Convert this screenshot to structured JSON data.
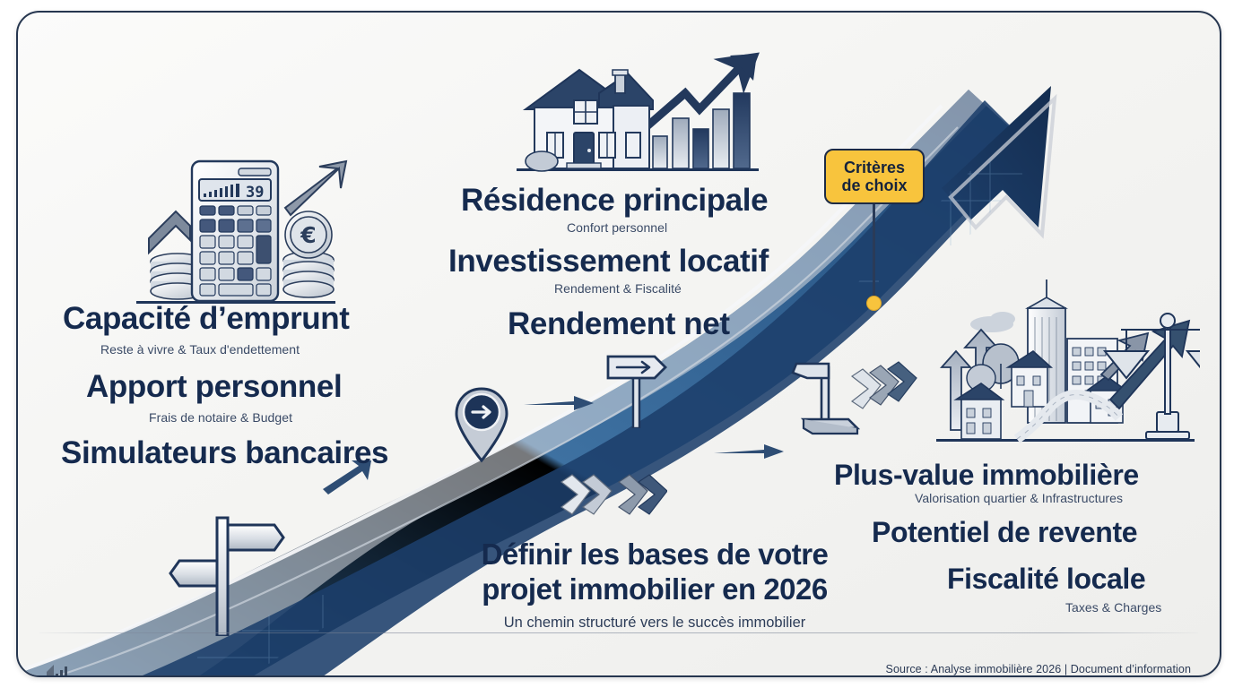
{
  "document": {
    "type": "infographic",
    "language": "fr",
    "background": "#f5f5f3",
    "accent_navy": "#152a4e",
    "accent_road_blue": "#3d6f9e",
    "accent_yellow": "#f8c43d"
  },
  "badge": {
    "line1": "Critères",
    "line2": "de choix"
  },
  "groups": {
    "left": {
      "name": "financement",
      "items": [
        {
          "title": "Capacité d’emprunt",
          "subtitle": "Reste à vivre & Taux d'endettement"
        },
        {
          "title": "Apport personnel",
          "subtitle": "Frais de notaire & Budget"
        },
        {
          "title": "Simulateurs bancaires",
          "subtitle": ""
        }
      ]
    },
    "center": {
      "name": "type-de-projet",
      "items": [
        {
          "title": "Résidence principale",
          "subtitle": "Confort personnel"
        },
        {
          "title": "Investissement locatif",
          "subtitle": "Rendement & Fiscalité"
        },
        {
          "title": "Rendement net",
          "subtitle": ""
        }
      ]
    },
    "right": {
      "name": "valorisation",
      "items": [
        {
          "title": "Plus-value immobilière",
          "subtitle": "Valorisation quartier & Infrastructures"
        },
        {
          "title": "Potentiel de revente",
          "subtitle": ""
        },
        {
          "title": "Fiscalité locale",
          "subtitle": "Taxes & Charges"
        }
      ]
    }
  },
  "main": {
    "title_line1": "Définir les bases de votre",
    "title_line2": "projet immobilier en 2026",
    "subtitle": "Un chemin structuré vers le succès immobilier"
  },
  "footer": {
    "source": "Source : Analyse immobilière 2026 | Document d’information",
    "icon": "bar-chart-icon"
  },
  "illustrations": {
    "calculator": "calculator-coins-euro-illustration",
    "house": "house-growth-chart-illustration",
    "city": "cityscape-arrows-scales-illustration",
    "signpost_left": "signpost-two-way-icon",
    "signpost_mid": "direction-sign-icon",
    "signpost_right": "direction-sign-post-icon",
    "pin": "map-pin-arrow-icon",
    "chevrons": "chevron-markers",
    "road": "ascending-road-arrow"
  }
}
